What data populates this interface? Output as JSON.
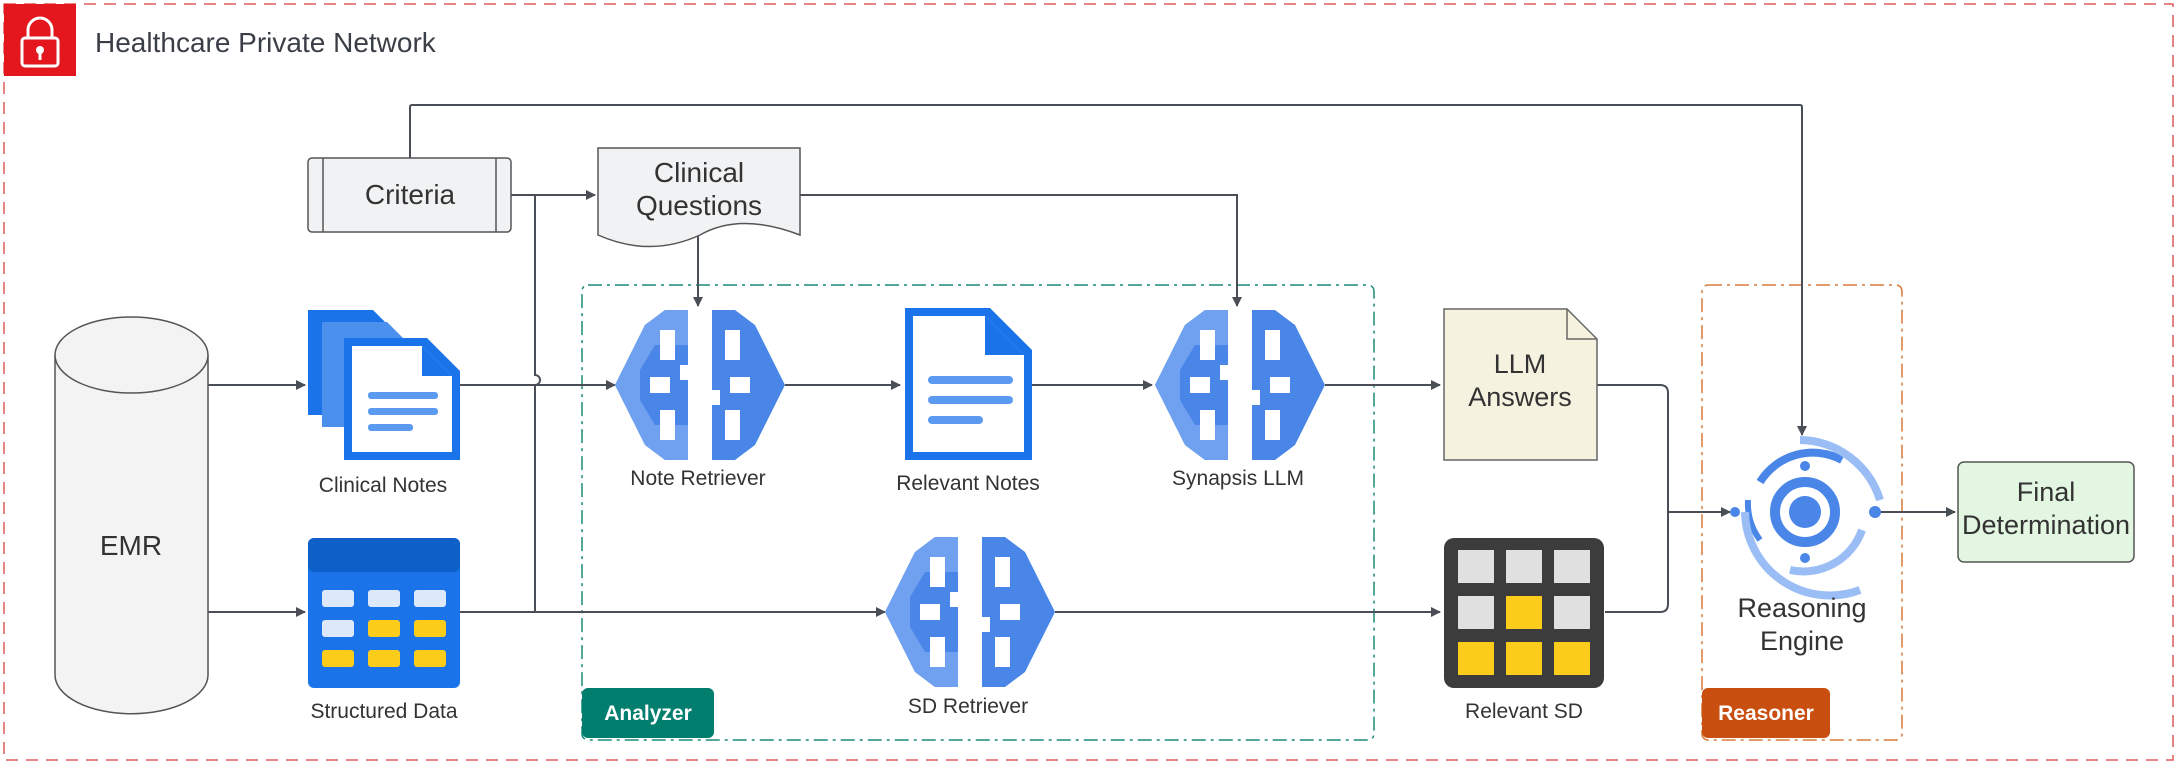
{
  "network": {
    "title": "Healthcare Private Network",
    "border_color": "#e05a5a",
    "lock_color": "#e3171d"
  },
  "nodes": {
    "emr": "EMR",
    "criteria": "Criteria",
    "clinical_questions": [
      "Clinical",
      "Questions"
    ],
    "clinical_notes": "Clinical Notes",
    "structured_data": "Structured Data",
    "note_retriever": "Note Retriever",
    "relevant_notes": "Relevant Notes",
    "synapsis_llm": "Synapsis LLM",
    "llm_answers": [
      "LLM",
      "Answers"
    ],
    "sd_retriever": "SD Retriever",
    "relevant_sd": "Relevant SD",
    "reasoning_engine": [
      "Reasoning",
      "Engine"
    ],
    "final_determination": [
      "Final",
      "Determination"
    ]
  },
  "groups": {
    "analyzer": {
      "label": "Analyzer",
      "color": "#017e6e"
    },
    "reasoner": {
      "label": "Reasoner",
      "color": "#c94f10"
    }
  },
  "colors": {
    "brain_blue": "#4a86e8",
    "brain_light": "#7aa9f2",
    "doc_blue": "#1a73e8",
    "table_yellow": "#fbcd1a",
    "sd_dark": "#3c3c3c",
    "answers_fill": "#f6f2e0",
    "final_fill": "#e3f6e1"
  },
  "icons": [
    "lock-icon",
    "brain-icon",
    "document-icon",
    "table-icon",
    "grid-icon",
    "reasoning-icon"
  ]
}
